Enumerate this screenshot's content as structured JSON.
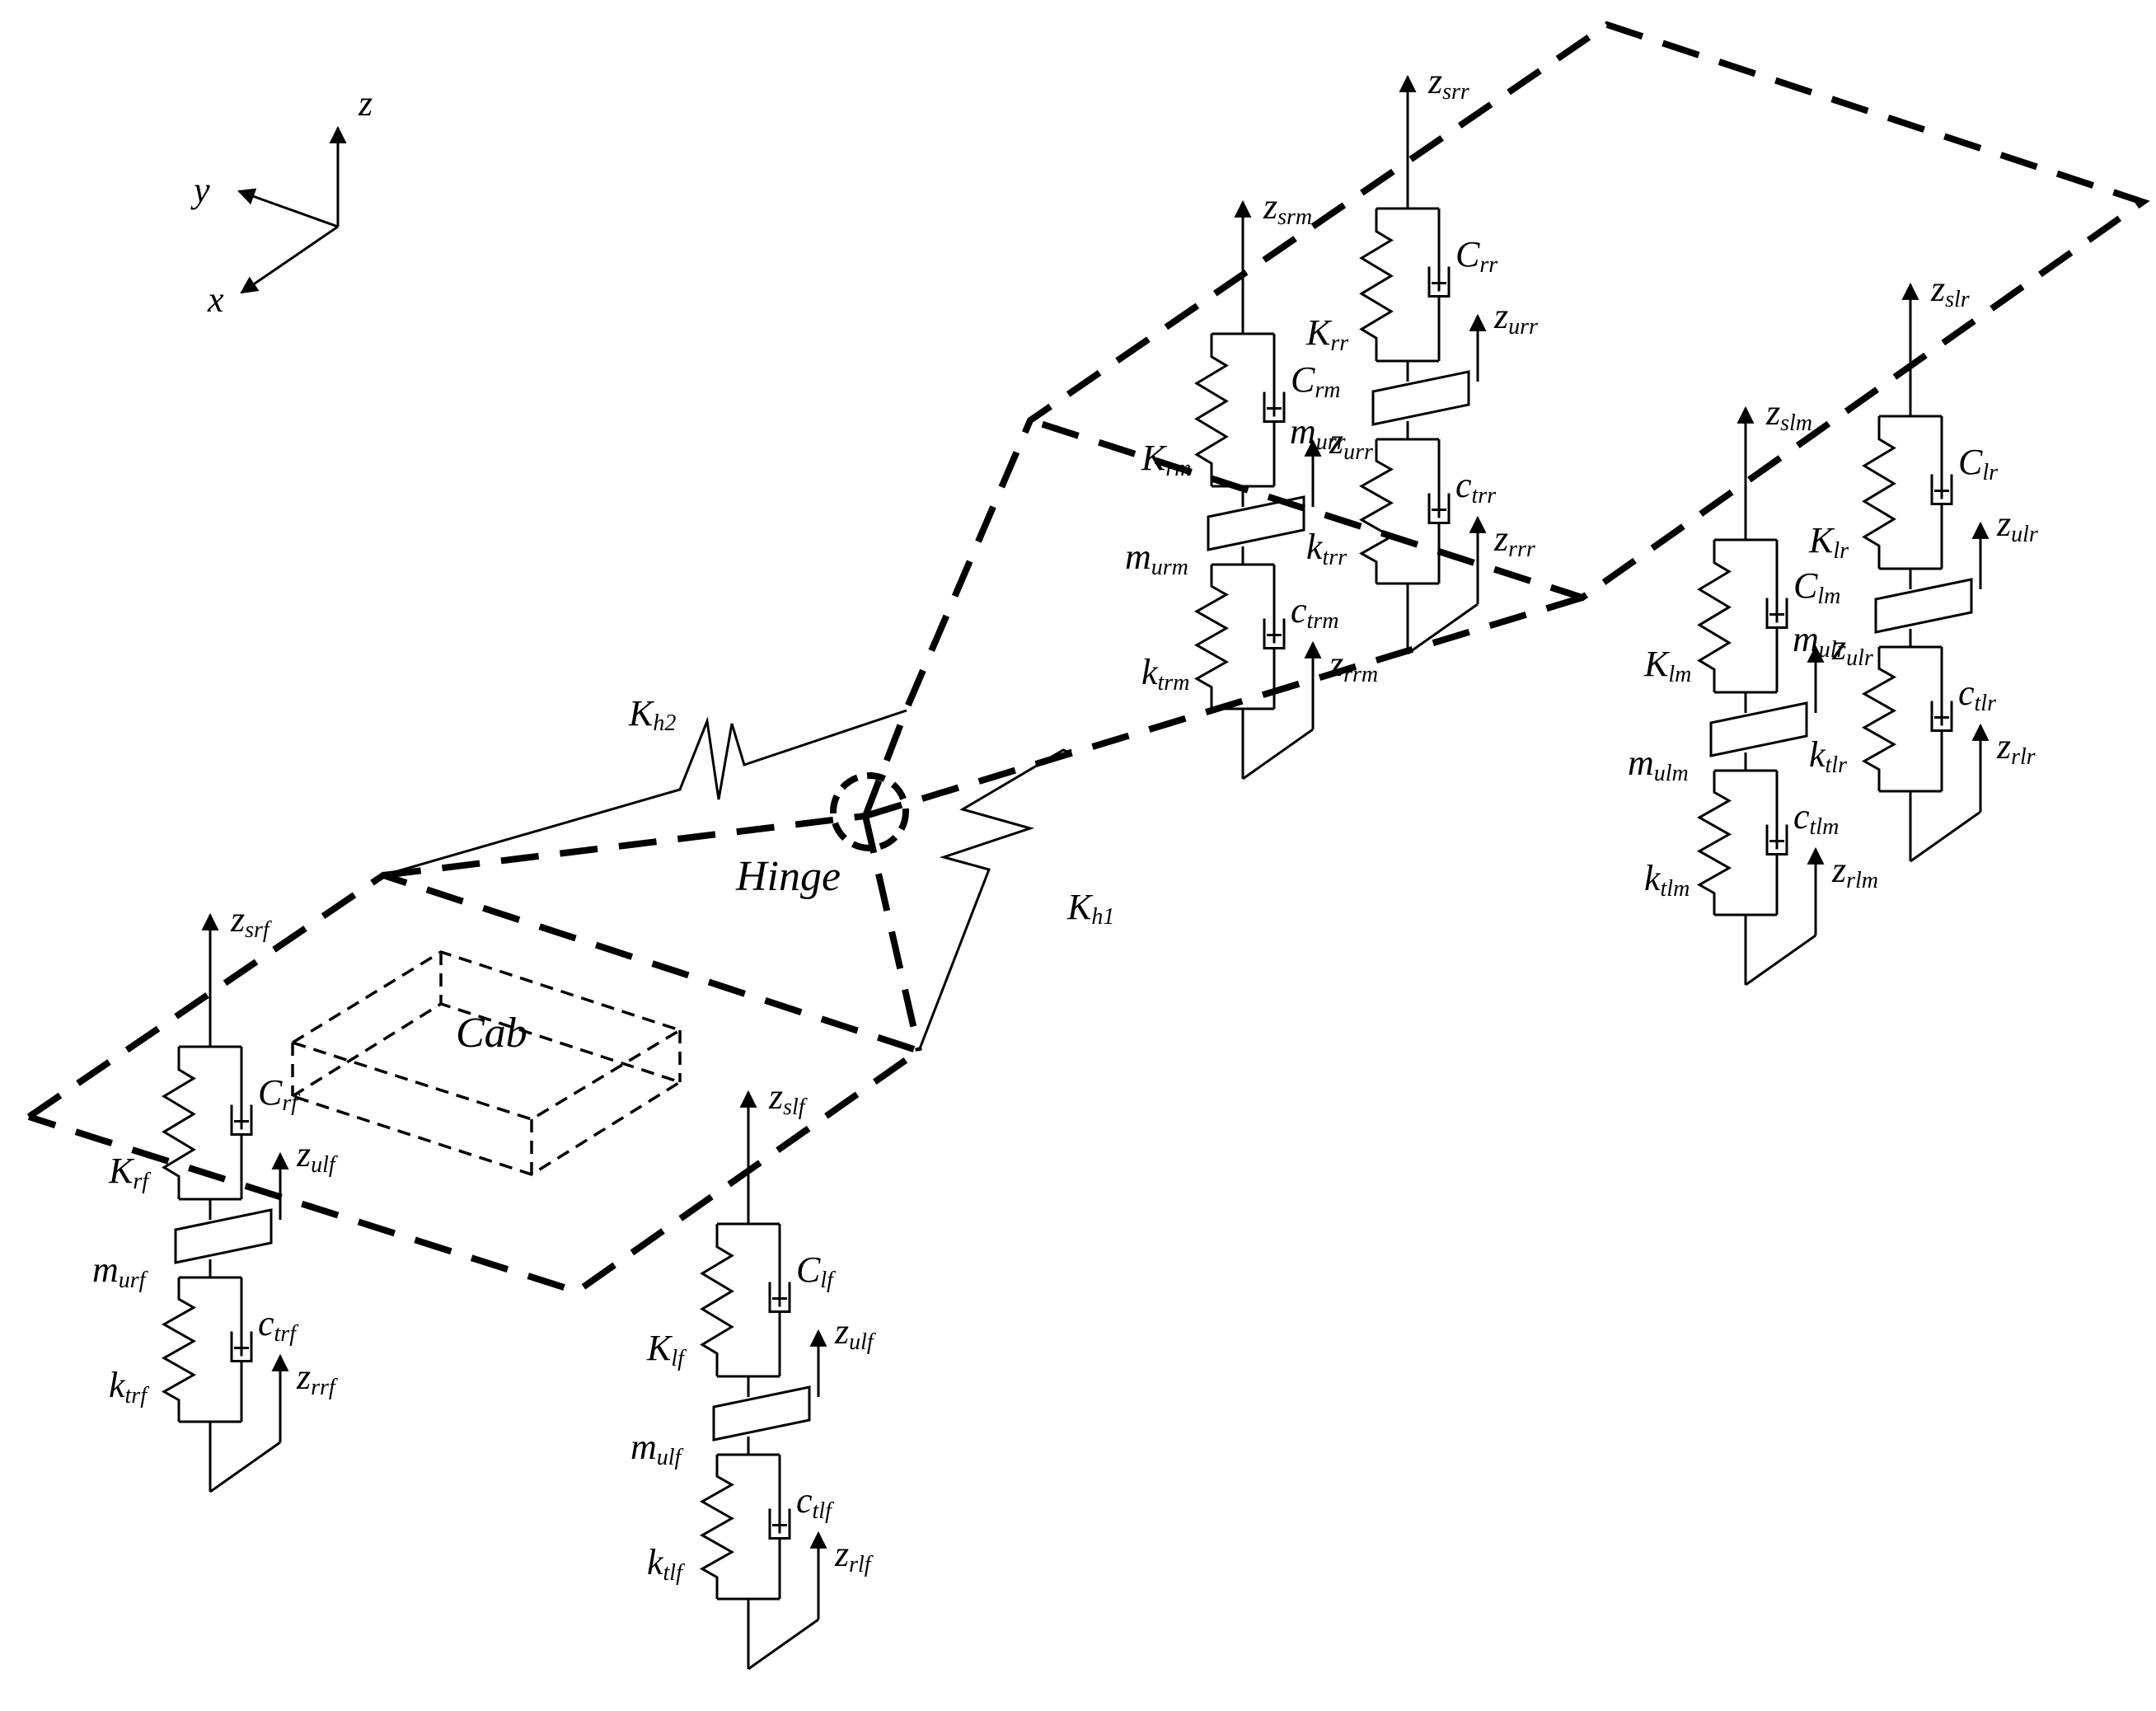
{
  "labels": {
    "cab": "Cab",
    "hinge": "Hinge",
    "axes": {
      "x": "x",
      "y": "y",
      "z": "z"
    },
    "kh1": {
      "main": "K",
      "sub": "h1"
    },
    "kh2": {
      "main": "K",
      "sub": "h2"
    }
  },
  "assemblies": [
    {
      "id": "rf",
      "kind": "front",
      "zs": {
        "main": "z",
        "sub": "srf"
      },
      "C": {
        "main": "C",
        "sub": "rf"
      },
      "K": {
        "main": "K",
        "sub": "rf"
      },
      "zu": {
        "main": "z",
        "sub": "ulf"
      },
      "m": {
        "main": "m",
        "sub": "urf"
      },
      "c": {
        "main": "c",
        "sub": "trf"
      },
      "k": {
        "main": "k",
        "sub": "trf"
      },
      "zr": {
        "main": "z",
        "sub": "rrf"
      }
    },
    {
      "id": "lf",
      "kind": "front",
      "zs": {
        "main": "z",
        "sub": "slf"
      },
      "C": {
        "main": "C",
        "sub": "lf"
      },
      "K": {
        "main": "K",
        "sub": "lf"
      },
      "zu": {
        "main": "z",
        "sub": "ulf"
      },
      "m": {
        "main": "m",
        "sub": "ulf"
      },
      "c": {
        "main": "c",
        "sub": "tlf"
      },
      "k": {
        "main": "k",
        "sub": "tlf"
      },
      "zr": {
        "main": "z",
        "sub": "rlf"
      }
    },
    {
      "id": "rm",
      "kind": "rear",
      "zs": {
        "main": "z",
        "sub": "srm"
      },
      "C": {
        "main": "C",
        "sub": "rm"
      },
      "K": {
        "main": "K",
        "sub": "rm"
      },
      "zu": {
        "main": "z",
        "sub": "urr"
      },
      "m": {
        "main": "m",
        "sub": "urm"
      },
      "c": {
        "main": "c",
        "sub": "trm"
      },
      "k": {
        "main": "k",
        "sub": "trm"
      },
      "zr": {
        "main": "z",
        "sub": "rrm"
      }
    },
    {
      "id": "rr",
      "kind": "rear",
      "zs": {
        "main": "z",
        "sub": "srr"
      },
      "C": {
        "main": "C",
        "sub": "rr"
      },
      "K": {
        "main": "K",
        "sub": "rr"
      },
      "zu": {
        "main": "z",
        "sub": "urr"
      },
      "m": {
        "main": "m",
        "sub": "urr"
      },
      "c": {
        "main": "c",
        "sub": "trr"
      },
      "k": {
        "main": "k",
        "sub": "trr"
      },
      "zr": {
        "main": "z",
        "sub": "rrr"
      }
    },
    {
      "id": "lm",
      "kind": "rear",
      "zs": {
        "main": "z",
        "sub": "slm"
      },
      "C": {
        "main": "C",
        "sub": "lm"
      },
      "K": {
        "main": "K",
        "sub": "lm"
      },
      "zu": {
        "main": "z",
        "sub": "ulr"
      },
      "m": {
        "main": "m",
        "sub": "ulm"
      },
      "c": {
        "main": "c",
        "sub": "tlm"
      },
      "k": {
        "main": "k",
        "sub": "tlm"
      },
      "zr": {
        "main": "z",
        "sub": "rlm"
      }
    },
    {
      "id": "lr",
      "kind": "rear",
      "zs": {
        "main": "z",
        "sub": "slr"
      },
      "C": {
        "main": "C",
        "sub": "lr"
      },
      "K": {
        "main": "K",
        "sub": "lr"
      },
      "zu": {
        "main": "z",
        "sub": "ulr"
      },
      "m": {
        "main": "m",
        "sub": "ulr"
      },
      "c": {
        "main": "c",
        "sub": "tlr"
      },
      "k": {
        "main": "k",
        "sub": "tlr"
      },
      "zr": {
        "main": "z",
        "sub": "rlr"
      }
    }
  ]
}
